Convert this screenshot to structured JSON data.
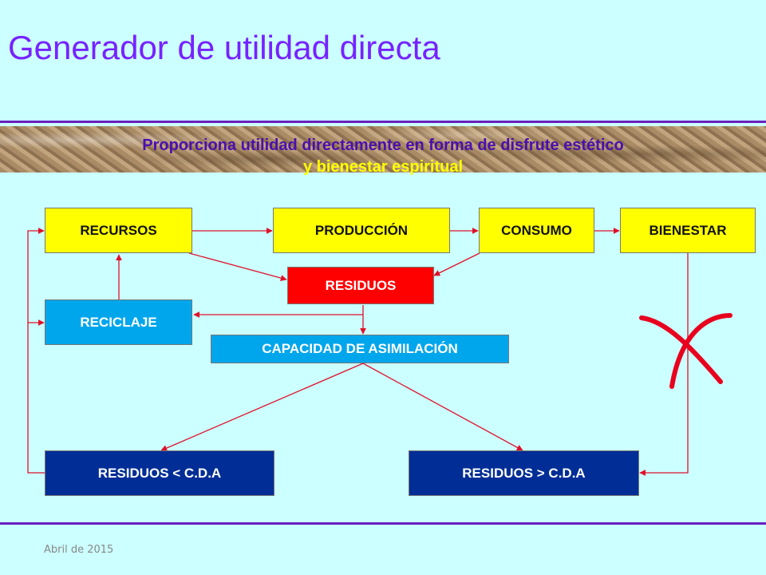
{
  "slide": {
    "title": "Generador de utilidad directa",
    "subtitle_line1": "Proporciona utilidad directamente en forma de disfrute estético",
    "subtitle_line2": "y bienestar espiritual",
    "footer": "Abril de 2015"
  },
  "diagram": {
    "nodes": {
      "recursos": "RECURSOS",
      "produccion": "PRODUCCIÓN",
      "consumo": "CONSUMO",
      "bienestar": "BIENESTAR",
      "residuos": "RESIDUOS",
      "reciclaje": "RECICLAJE",
      "capacidad": "CAPACIDAD DE ASIMILACIÓN",
      "residuos_menor": "RESIDUOS < C.D.A",
      "residuos_mayor": "RESIDUOS > C.D.A"
    }
  },
  "colors": {
    "title": "#7722ff",
    "rule": "#6a1fc0",
    "background": "#ccffff",
    "arrow": "#e0102a",
    "yellow_box": "#ffff00",
    "red_box": "#ff0000",
    "cyan_box": "#00a6ec",
    "navy_box": "#002d96"
  }
}
